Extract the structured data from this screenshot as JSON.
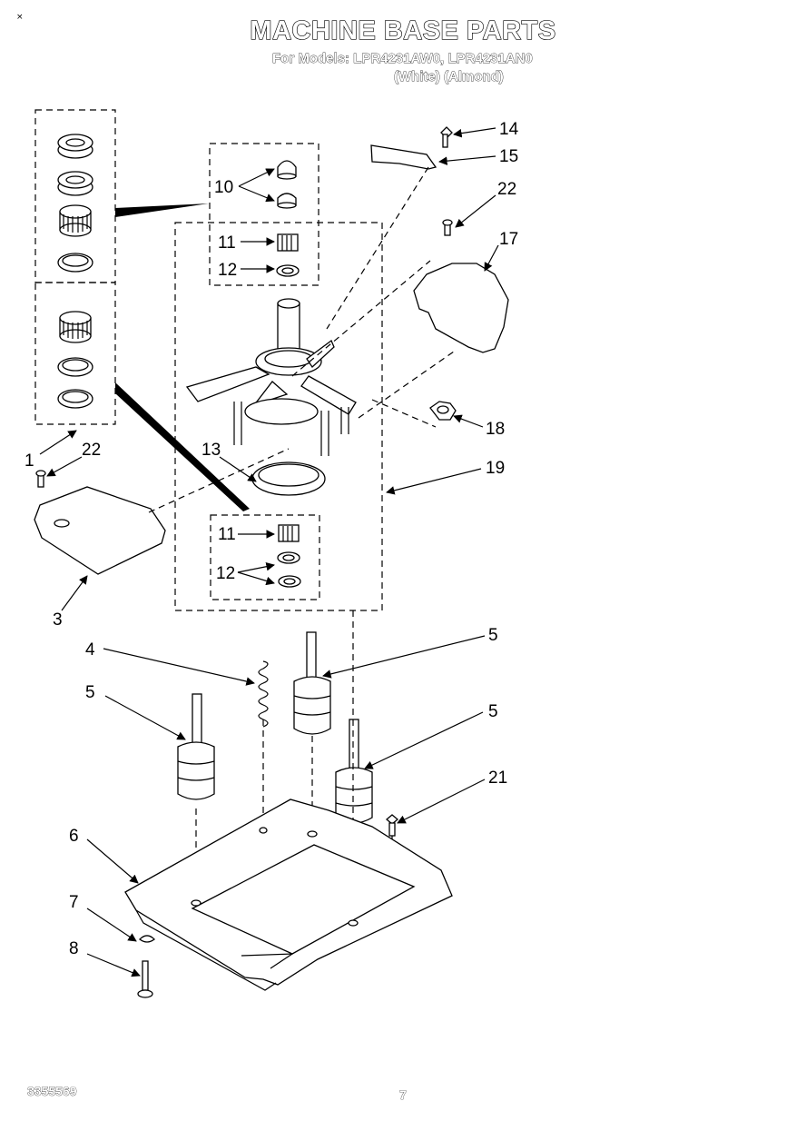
{
  "page": {
    "corner_mark": "×",
    "title": "MACHINE BASE PARTS",
    "models_line": "For Models: LPR4231AW0, LPR4231AN0",
    "colors_line": "(White)  (Almond)",
    "doc_number": "3355569",
    "page_number": "7"
  },
  "callouts": {
    "c1": "1",
    "c3": "3",
    "c4": "4",
    "c5a": "5",
    "c5b": "5",
    "c5c": "5",
    "c6": "6",
    "c7": "7",
    "c8": "8",
    "c10": "10",
    "c11a": "11",
    "c11b": "11",
    "c12a": "12",
    "c12b": "12",
    "c13": "13",
    "c14": "14",
    "c15": "15",
    "c17": "17",
    "c18": "18",
    "c19": "19",
    "c21": "21",
    "c22a": "22",
    "c22b": "22"
  }
}
